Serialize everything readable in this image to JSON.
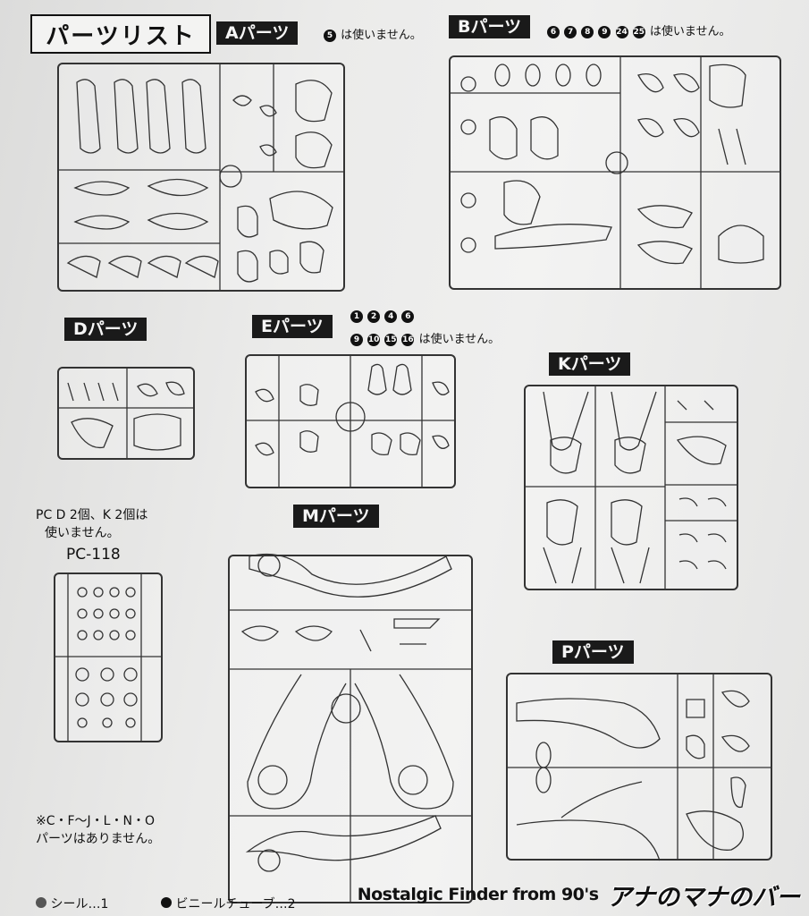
{
  "page": {
    "title": "パーツリスト"
  },
  "sections": {
    "A": {
      "label": "Aパーツ",
      "note_nums": [
        "5"
      ],
      "note_text": "は使いません。"
    },
    "B": {
      "label": "Bパーツ",
      "note_nums": [
        "6",
        "7",
        "8",
        "9",
        "24",
        "25"
      ],
      "note_text": "は使いません。"
    },
    "D": {
      "label": "Dパーツ"
    },
    "E": {
      "label": "Eパーツ",
      "note_nums_line1": [
        "1",
        "2",
        "4",
        "6"
      ],
      "note_nums_line2": [
        "9",
        "10",
        "15",
        "16"
      ],
      "note_text": "は使いません。"
    },
    "K": {
      "label": "Kパーツ"
    },
    "M": {
      "label": "Mパーツ"
    },
    "P": {
      "label": "Pパーツ"
    }
  },
  "pc_note": {
    "line1": "PC D 2個、K 2個は",
    "line2": "使いません。"
  },
  "pc_title": "PC-118",
  "absent_note": {
    "line1": "※C・F〜J・L・N・O",
    "line2": "パーツはありません。"
  },
  "bottom": {
    "seal": "シール…1",
    "tube": "ビニールチューブ…2"
  },
  "banner": {
    "en": "Nostalgic Finder from 90's",
    "jp": "アナのマナのバー"
  },
  "colors": {
    "ink": "#111111",
    "paper": "#ebebea",
    "label_bg": "#1a1a1a"
  }
}
